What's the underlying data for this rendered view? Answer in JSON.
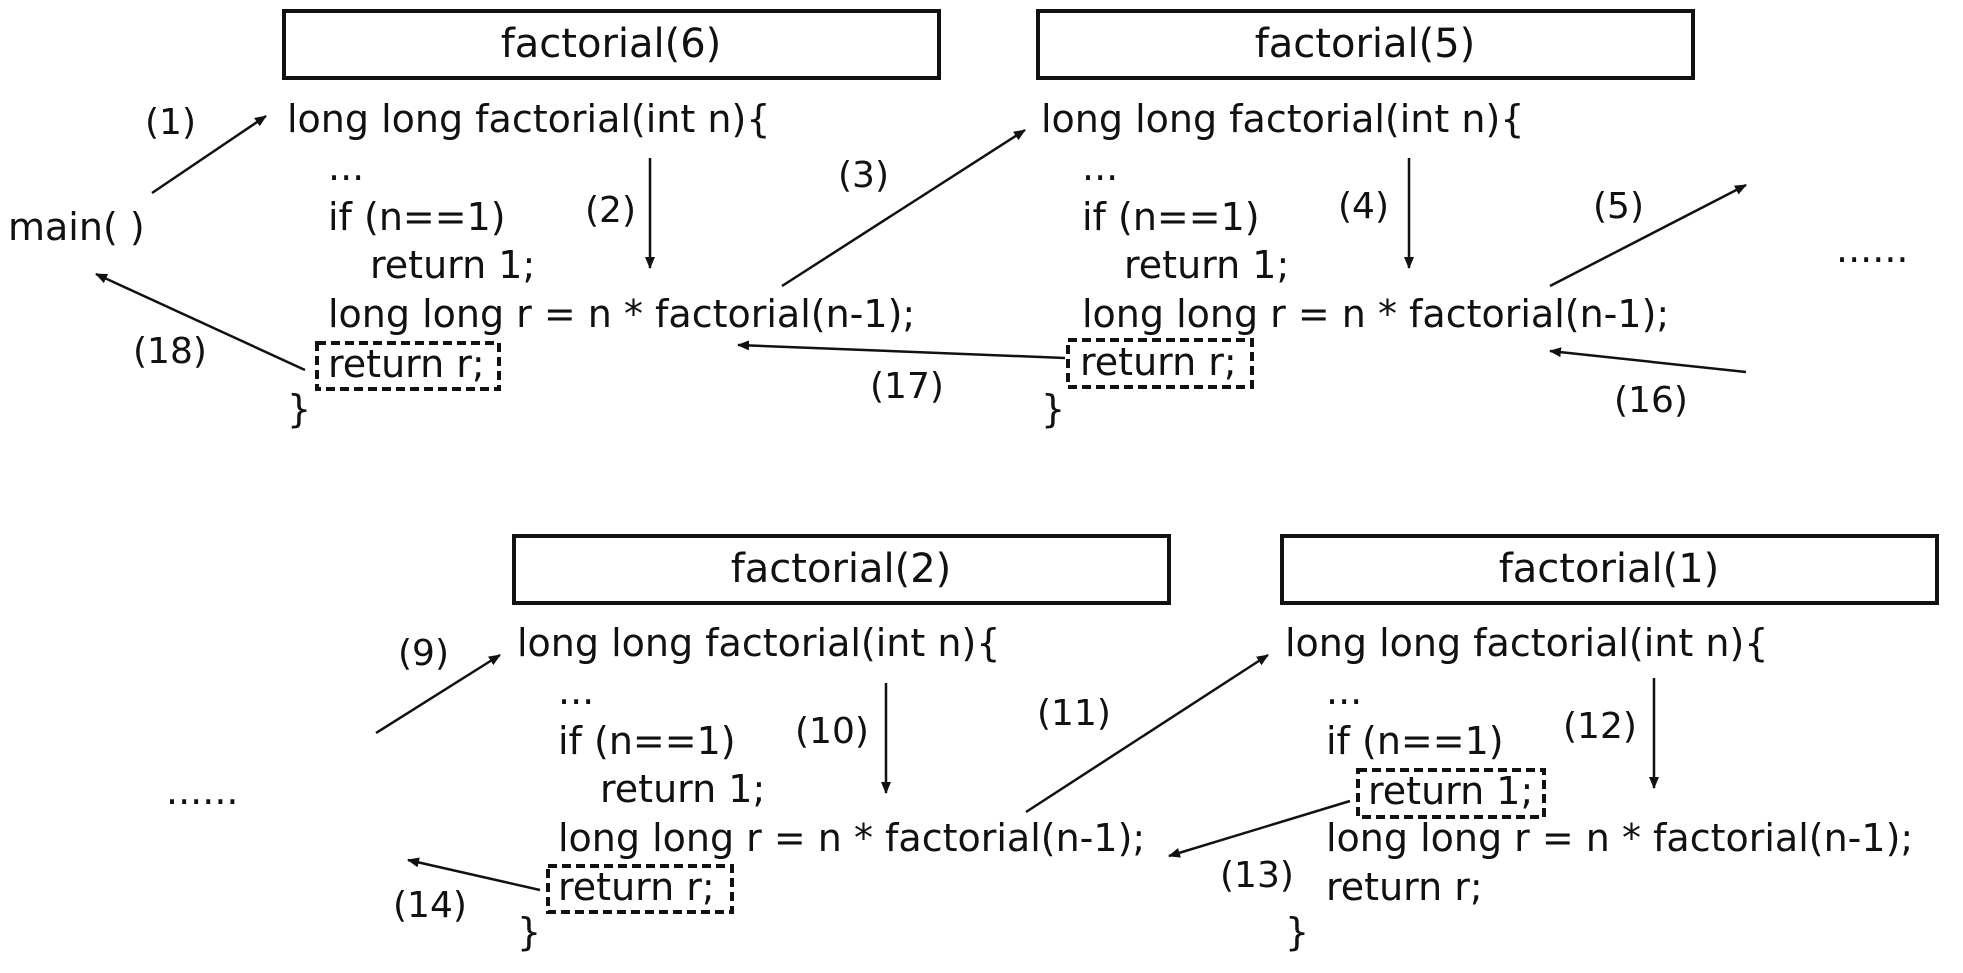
{
  "frames": [
    {
      "title": "factorial(6)",
      "dashed": "ret_r",
      "start_step": "(2)"
    },
    {
      "title": "factorial(5)",
      "dashed": "ret_r",
      "start_step": "(4)"
    },
    {
      "title": "factorial(2)",
      "dashed": "ret_r",
      "start_step": "(10)"
    },
    {
      "title": "factorial(1)",
      "dashed": "ret1",
      "start_step": "(12)"
    }
  ],
  "code": {
    "sig": "long long factorial(int n){",
    "dots": "...",
    "cond": "if (n==1)",
    "ret1": "return 1;",
    "rec": "long long r = n * factorial(n-1);",
    "ret_r": "return r;",
    "close": "}"
  },
  "main_label": "main( )",
  "ellipsis": "......",
  "steps": [
    "(1)",
    "(3)",
    "(5)",
    "(9)",
    "(11)",
    "(13)",
    "(14)",
    "(16)",
    "(17)",
    "(18)"
  ]
}
